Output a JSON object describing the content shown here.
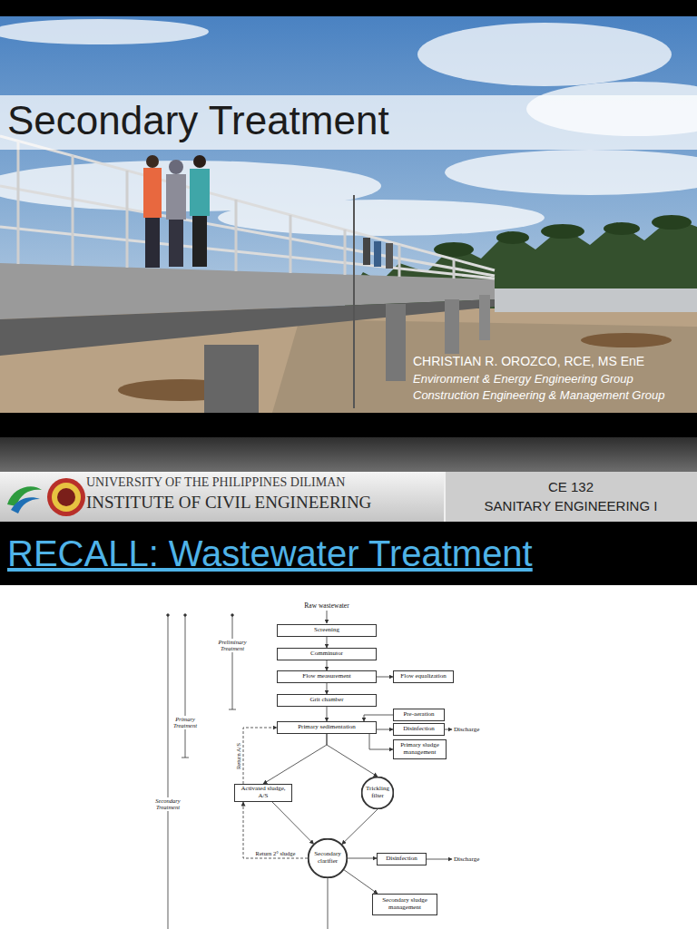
{
  "diagram": {
    "title": "Secondary Treatment",
    "nodes": [
      {
        "text": [
          "Screening"
        ]
      },
      {
        "text": [
          "Comminutor"
        ]
      },
      {
        "text": [
          "Flow measurement"
        ]
      },
      {
        "text": [
          "Flow equalization"
        ]
      },
      {
        "text": [
          "Grit chamber"
        ]
      },
      {
        "text": [
          "Pre-aeration"
        ]
      },
      {
        "text": [
          "Primary sedimentation"
        ]
      },
      {
        "text": [
          "Disinfection"
        ]
      },
      {
        "text": [
          "Primary sludge management"
        ]
      },
      {
        "text": [
          "Activated sludge, A/S"
        ]
      },
      {
        "text": [
          "Trickling filter"
        ]
      },
      {
        "text": [
          "Secondary clarifier"
        ]
      },
      {
        "text": [
          "Disinfection"
        ]
      },
      {
        "text": [
          "Secondary sludge management"
        ]
      }
    ],
    "edges": [
      {
        "from": 0,
        "to": 1,
        "arrow": "to"
      },
      {
        "from": 1,
        "to": 2,
        "arrow": "to"
      },
      {
        "from": 2,
        "to": 3,
        "arrow": "to"
      },
      {
        "from": 2,
        "to": 4,
        "arrow": "to"
      },
      {
        "from": 4,
        "to": 6,
        "arrow": "to"
      },
      {
        "from": 5,
        "to": 6,
        "arrow": "to"
      },
      {
        "from": 6,
        "to": 7,
        "arrow": "to"
      },
      {
        "from": 6,
        "to": 8,
        "arrow": "to"
      },
      {
        "from": 6,
        "to": 9,
        "arrow": "to"
      },
      {
        "from": 6,
        "to": 10,
        "arrow": "to"
      },
      {
        "from": 9,
        "to": 11,
        "arrow": "to"
      },
      {
        "from": 10,
        "to": 11,
        "arrow": "to"
      },
      {
        "from": 9,
        "to": 6,
        "label": "Return A/S",
        "arrow": "to"
      },
      {
        "from": 11,
        "to": 9,
        "label": "Return 2° sludge",
        "arrow": "to"
      },
      {
        "from": 11,
        "to": 12,
        "arrow": "to"
      },
      {
        "from": 11,
        "to": 13,
        "arrow": "to"
      }
    ],
    "labels": [
      "CHRISTIAN R. OROZCO, RCE, MS EnE",
      "Environment & Energy Engineering Group",
      "Construction Engineering & Management Group",
      "UNIVERSITY OF THE PHILIPPINES DILIMAN",
      "INSTITUTE OF CIVIL ENGINEERING",
      "CE 132",
      "SANITARY ENGINEERING I",
      "RECALL: Wastewater Treatment",
      "Raw wastewater",
      "Preliminary Treatment",
      "Primary Treatment",
      "Secondary Treatment",
      "Discharge",
      "Discharge"
    ]
  }
}
